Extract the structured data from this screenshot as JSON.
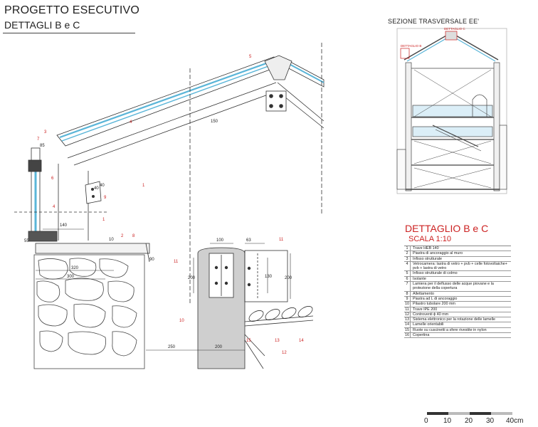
{
  "header": {
    "title": "PROGETTO ESECUTIVO",
    "subtitle": "DETTAGLI B e C"
  },
  "section": {
    "title": "SEZIONE TRASVERSALE EE'",
    "tag_b": "DETTAGLIO B",
    "tag_c": "DETTAGLIO C"
  },
  "callouts": {
    "n1": "1",
    "n1b": "1",
    "n2": "2",
    "n3": "3",
    "n4": "4",
    "n4b": "4",
    "n5": "5",
    "n6": "6",
    "n7": "7",
    "n8": "8",
    "n9": "9",
    "n10": "10",
    "n11": "11",
    "n11b": "11",
    "n12": "12",
    "n13": "13",
    "n14": "14",
    "n15": "15"
  },
  "dimensions": {
    "d85": "85",
    "d140": "140",
    "d55": "55",
    "d10": "10",
    "d90": "90",
    "d320": "320",
    "d300": "300",
    "d250": "250",
    "d200": "200",
    "d200b": "200",
    "d200c": "200",
    "d100": "100",
    "d63": "63",
    "d130": "130",
    "d40": "40",
    "d40b": "40",
    "d150": "150"
  },
  "legend": {
    "title": "DETTAGLIO B e C",
    "scale": "SCALA 1:10",
    "items": [
      {
        "num": "1",
        "desc": "Trave HEB 140"
      },
      {
        "num": "2",
        "desc": "Piastra di ancoraggio al muro"
      },
      {
        "num": "3",
        "desc": "Infisso strutturale"
      },
      {
        "num": "4",
        "desc": "Vetrocamera: lastra di vetro + pvb + celle fotovoltaiche+ pvb + lastra di vetro"
      },
      {
        "num": "5",
        "desc": "Infisso strutturale di colmo"
      },
      {
        "num": "6",
        "desc": "Isolante"
      },
      {
        "num": "7",
        "desc": "Lamiera per il deflusso delle acque piovane e la protezione della copertura"
      },
      {
        "num": "8",
        "desc": "Allettamento"
      },
      {
        "num": "9",
        "desc": "Piastra ad L di ancoraggio"
      },
      {
        "num": "10",
        "desc": "Pilastro tubolare 200 mm"
      },
      {
        "num": "11",
        "desc": "Trave IPE 200"
      },
      {
        "num": "12",
        "desc": "Controventi ϕ 40 mm"
      },
      {
        "num": "13",
        "desc": "Sistema elettronico per la rotazione delle lamelle"
      },
      {
        "num": "14",
        "desc": "Lamelle orientabili"
      },
      {
        "num": "15",
        "desc": "Ruote su cuscinetti a sfere rivestite in nylon"
      },
      {
        "num": "16",
        "desc": "Copertina"
      }
    ]
  },
  "scale_bar": {
    "labels": [
      "0",
      "10",
      "20",
      "30",
      "40cm"
    ]
  }
}
